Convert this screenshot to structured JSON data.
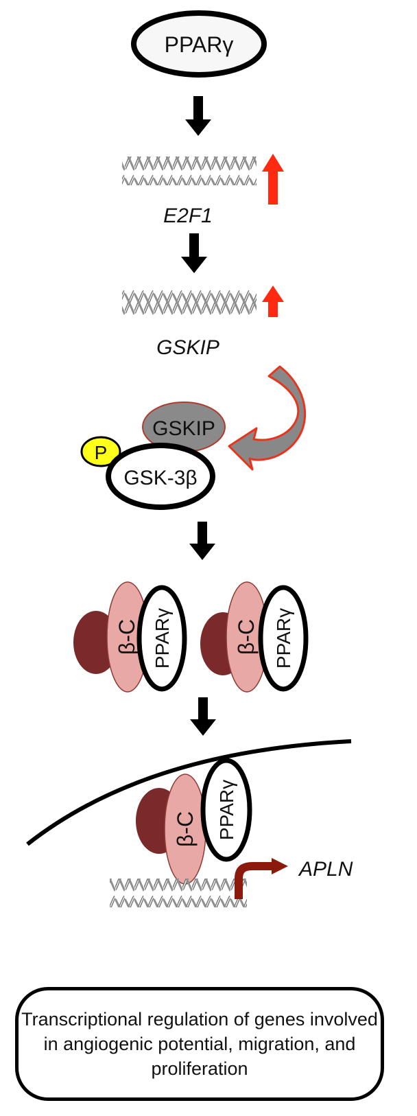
{
  "pathway": {
    "top_node": "PPARγ",
    "gene1": "E2F1",
    "gene2": "GSKIP",
    "gskip_protein": "GSKIP",
    "phospho": "P",
    "gsk3b": "GSK-3β",
    "beta_catenin": "β-C",
    "ppar_complex": "PPARγ",
    "target_gene": "APLN",
    "outcome": "Transcriptional regulation of genes involved in angiogenic potential, migration, and proliferation"
  },
  "colors": {
    "upregulation_arrow": "#ff2a10",
    "gskip_protein_fill": "#8a8a8a",
    "phospho_fill": "#ffff1a",
    "beta_catenin_fill": "#e8a9a6",
    "partner_protein_fill": "#7a2a2a",
    "apln_arrow": "#8b1a0c"
  }
}
